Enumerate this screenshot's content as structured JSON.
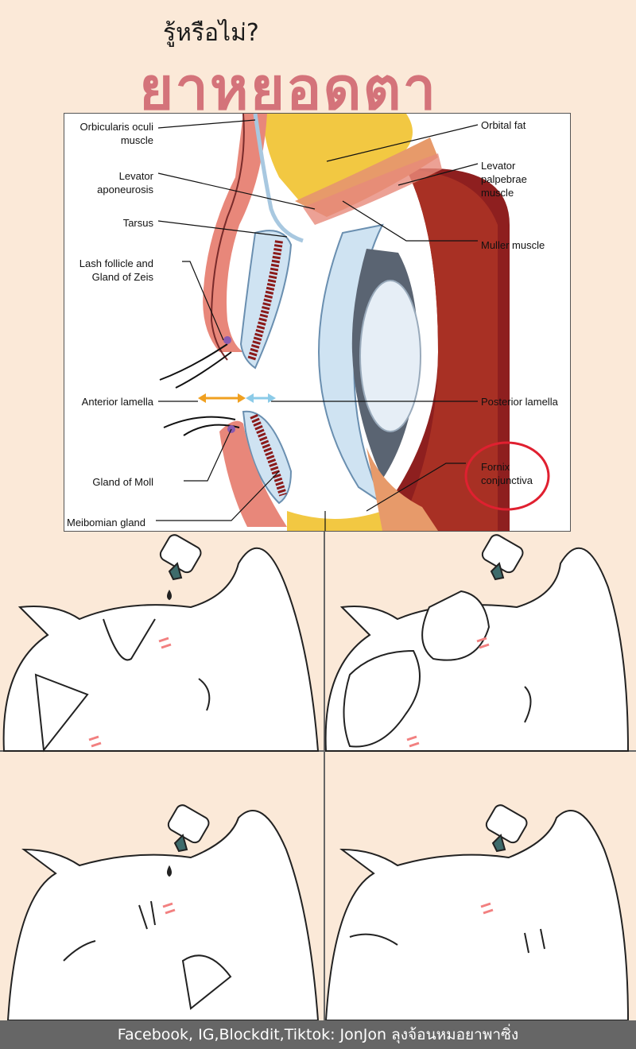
{
  "header": {
    "subtitle": "รู้หรือไม่?",
    "title": "ยาหยอดตา"
  },
  "diagram": {
    "labels": {
      "orbicularis": "Orbicularis oculi muscle",
      "levator_apo": "Levator aponeurosis",
      "tarsus": "Tarsus",
      "lash_follicle": "Lash follicle and Gland of Zeis",
      "anterior_lamella": "Anterior lamella",
      "gland_moll": "Gland of Moll",
      "meibomian": "Meibomian gland",
      "orbital_fat": "Orbital fat",
      "levator_palp": "Levator palpebrae muscle",
      "muller": "Muller muscle",
      "posterior_lamella": "Posterior lamella",
      "fornix": "Fornix conjunctiva"
    },
    "colors": {
      "anterior_arrow": "#f0a020",
      "posterior_arrow": "#8ccbe8",
      "highlight_circle": "#e02030",
      "tarsal_gland": "#8b1a1a",
      "fat": "#f2c842",
      "muscle": "#e78a7a"
    }
  },
  "footer": {
    "credit": "Facebook, IG,Blockdit,Tiktok: JonJon ลุงจ้อนหมอยาพาซิ่ง"
  }
}
